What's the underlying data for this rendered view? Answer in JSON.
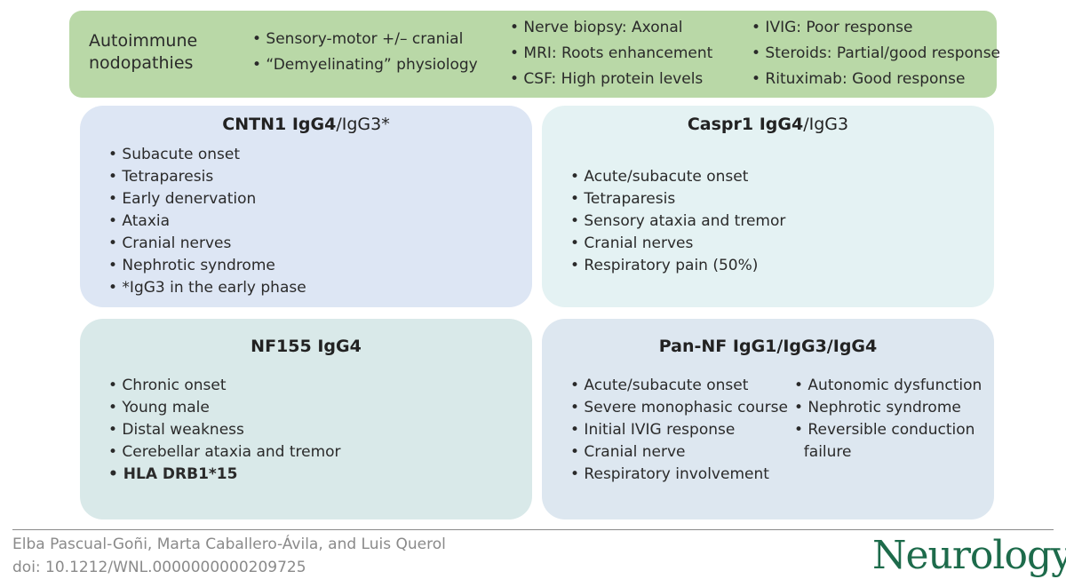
{
  "header": {
    "title_line1": "Autoimmune",
    "title_line2": "nodopathies",
    "col1": [
      "• Sensory-motor +/– cranial",
      "• “Demyelinating” physiology"
    ],
    "col2": [
      "• Nerve biopsy: Axonal",
      "• MRI: Roots enhancement",
      "• CSF: High protein levels"
    ],
    "col3": [
      "• IVIG: Poor response",
      "• Steroids: Partial/good response",
      "• Rituximab: Good response"
    ]
  },
  "cards": {
    "cntn1": {
      "title_bold": "CNTN1 IgG4",
      "title_light": "/IgG3*",
      "items": [
        "• Subacute onset",
        "• Tetraparesis",
        "• Early denervation",
        "• Ataxia",
        "• Cranial nerves",
        "• Nephrotic syndrome",
        "• *IgG3 in the early phase"
      ]
    },
    "caspr1": {
      "title_bold": "Caspr1 IgG4",
      "title_light": "/IgG3",
      "items": [
        "• Acute/subacute onset",
        "• Tetraparesis",
        "• Sensory ataxia and tremor",
        "• Cranial nerves",
        "• Respiratory pain (50%)"
      ]
    },
    "nf155": {
      "title_bold": "NF155 IgG4",
      "items": [
        "• Chronic onset",
        "• Young male",
        "• Distal weakness",
        "• Cerebellar ataxia and tremor"
      ],
      "bold_item": "• HLA DRB1*15"
    },
    "pannf": {
      "title_bold": "Pan-NF IgG1/IgG3/IgG4",
      "items_left": [
        "• Acute/subacute onset",
        "• Severe monophasic course",
        "• Initial IVIG response",
        "• Cranial nerve",
        "• Respiratory involvement"
      ],
      "items_right": [
        "• Autonomic dysfunction",
        "• Nephrotic syndrome",
        "• Reversible conduction",
        "  failure"
      ]
    }
  },
  "footer": {
    "authors": "Elba Pascual-Goñi, Marta Caballero-Ávila, and Luis Querol",
    "doi": "doi: 10.1212/WNL.0000000000209725",
    "logo": "Neurology",
    "logo_mark": "®"
  },
  "colors": {
    "header_bg": "#b9d8a7",
    "cntn1_bg": "#dde6f4",
    "caspr1_bg": "#e4f2f3",
    "nf155_bg": "#d9e9e9",
    "pannf_bg": "#dde7f0",
    "logo": "#1d6b4b"
  }
}
